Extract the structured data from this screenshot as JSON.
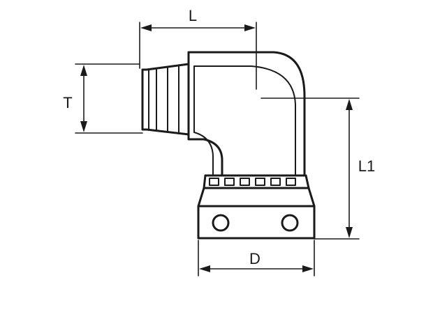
{
  "diagram": {
    "labels": {
      "length": "L",
      "thread_height": "T",
      "height": "L1",
      "diameter": "D"
    },
    "colors": {
      "line": "#1a1a1a",
      "background": "#ffffff"
    }
  }
}
